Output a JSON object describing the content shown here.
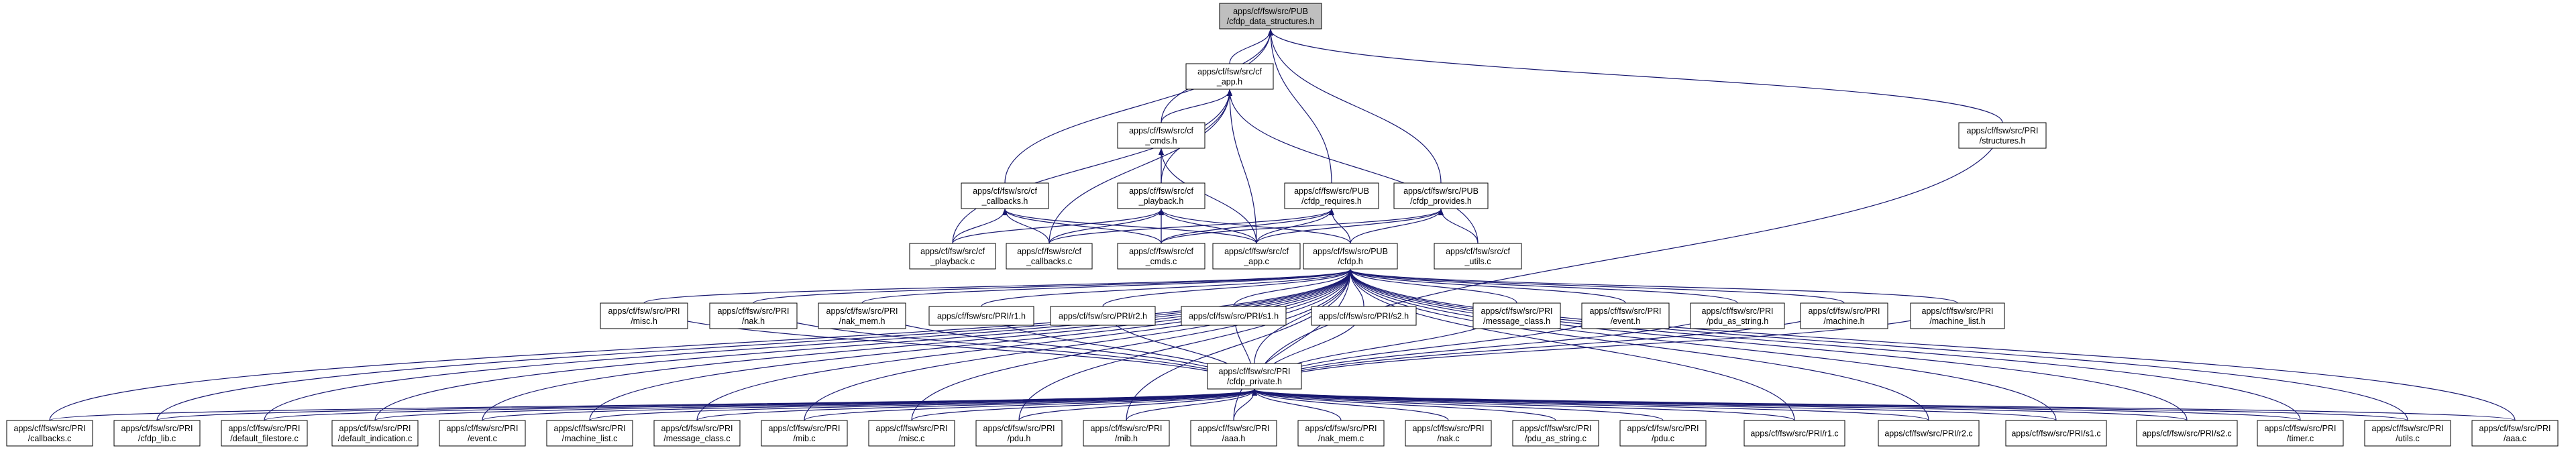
{
  "root": "n0",
  "nodes": [
    {
      "id": "n0",
      "lines": [
        "apps/cf/fsw/src/PUB",
        "/cfdp_data_structures.h"
      ],
      "root": true
    },
    {
      "id": "n1",
      "lines": [
        "apps/cf/fsw/src/cf",
        "_app.h"
      ]
    },
    {
      "id": "n2",
      "lines": [
        "apps/cf/fsw/src/PRI",
        "/structures.h"
      ]
    },
    {
      "id": "n3",
      "lines": [
        "apps/cf/fsw/src/cf",
        "_cmds.h"
      ]
    },
    {
      "id": "n4",
      "lines": [
        "apps/cf/fsw/src/cf",
        "_callbacks.h"
      ]
    },
    {
      "id": "n5",
      "lines": [
        "apps/cf/fsw/src/cf",
        "_playback.h"
      ]
    },
    {
      "id": "n6",
      "lines": [
        "apps/cf/fsw/src/PUB",
        "/cfdp_requires.h"
      ]
    },
    {
      "id": "n7",
      "lines": [
        "apps/cf/fsw/src/PUB",
        "/cfdp_provides.h"
      ]
    },
    {
      "id": "n8",
      "lines": [
        "apps/cf/fsw/src/cf",
        "_playback.c"
      ]
    },
    {
      "id": "n9",
      "lines": [
        "apps/cf/fsw/src/cf",
        "_callbacks.c"
      ]
    },
    {
      "id": "n10",
      "lines": [
        "apps/cf/fsw/src/cf",
        "_cmds.c"
      ]
    },
    {
      "id": "n11",
      "lines": [
        "apps/cf/fsw/src/cf",
        "_app.c"
      ]
    },
    {
      "id": "n12",
      "lines": [
        "apps/cf/fsw/src/PUB",
        "/cfdp.h"
      ]
    },
    {
      "id": "n13",
      "lines": [
        "apps/cf/fsw/src/cf",
        "_utils.c"
      ]
    },
    {
      "id": "n14",
      "lines": [
        "apps/cf/fsw/src/PRI",
        "/misc.h"
      ]
    },
    {
      "id": "n15",
      "lines": [
        "apps/cf/fsw/src/PRI",
        "/nak.h"
      ]
    },
    {
      "id": "n16",
      "lines": [
        "apps/cf/fsw/src/PRI",
        "/nak_mem.h"
      ]
    },
    {
      "id": "n17",
      "lines": [
        "apps/cf/fsw/src/PRI/r1.h"
      ]
    },
    {
      "id": "n18",
      "lines": [
        "apps/cf/fsw/src/PRI/r2.h"
      ]
    },
    {
      "id": "n19",
      "lines": [
        "apps/cf/fsw/src/PRI/s1.h"
      ]
    },
    {
      "id": "n20",
      "lines": [
        "apps/cf/fsw/src/PRI/s2.h"
      ]
    },
    {
      "id": "n21",
      "lines": [
        "apps/cf/fsw/src/PRI",
        "/message_class.h"
      ]
    },
    {
      "id": "n22",
      "lines": [
        "apps/cf/fsw/src/PRI",
        "/event.h"
      ]
    },
    {
      "id": "n23",
      "lines": [
        "apps/cf/fsw/src/PRI",
        "/pdu_as_string.h"
      ]
    },
    {
      "id": "n24",
      "lines": [
        "apps/cf/fsw/src/PRI",
        "/machine.h"
      ]
    },
    {
      "id": "n25",
      "lines": [
        "apps/cf/fsw/src/PRI",
        "/machine_list.h"
      ]
    },
    {
      "id": "n26",
      "lines": [
        "apps/cf/fsw/src/PRI",
        "/cfdp_private.h"
      ]
    },
    {
      "id": "b0",
      "lines": [
        "apps/cf/fsw/src/PRI",
        "/callbacks.c"
      ]
    },
    {
      "id": "b1",
      "lines": [
        "apps/cf/fsw/src/PRI",
        "/cfdp_lib.c"
      ]
    },
    {
      "id": "b2",
      "lines": [
        "apps/cf/fsw/src/PRI",
        "/default_filestore.c"
      ]
    },
    {
      "id": "b3",
      "lines": [
        "apps/cf/fsw/src/PRI",
        "/default_indication.c"
      ]
    },
    {
      "id": "b4",
      "lines": [
        "apps/cf/fsw/src/PRI",
        "/event.c"
      ]
    },
    {
      "id": "b5",
      "lines": [
        "apps/cf/fsw/src/PRI",
        "/machine_list.c"
      ]
    },
    {
      "id": "b6",
      "lines": [
        "apps/cf/fsw/src/PRI",
        "/message_class.c"
      ]
    },
    {
      "id": "b7",
      "lines": [
        "apps/cf/fsw/src/PRI",
        "/mib.c"
      ]
    },
    {
      "id": "b8",
      "lines": [
        "apps/cf/fsw/src/PRI",
        "/misc.c"
      ]
    },
    {
      "id": "b9",
      "lines": [
        "apps/cf/fsw/src/PRI",
        "/pdu.h"
      ]
    },
    {
      "id": "b10",
      "lines": [
        "apps/cf/fsw/src/PRI",
        "/mib.h"
      ]
    },
    {
      "id": "b11",
      "lines": [
        "apps/cf/fsw/src/PRI",
        "/aaa.h"
      ]
    },
    {
      "id": "b12",
      "lines": [
        "apps/cf/fsw/src/PRI",
        "/nak_mem.c"
      ]
    },
    {
      "id": "b13",
      "lines": [
        "apps/cf/fsw/src/PRI",
        "/nak.c"
      ]
    },
    {
      "id": "b14",
      "lines": [
        "apps/cf/fsw/src/PRI",
        "/pdu_as_string.c"
      ]
    },
    {
      "id": "b15",
      "lines": [
        "apps/cf/fsw/src/PRI",
        "/pdu.c"
      ]
    },
    {
      "id": "b16",
      "lines": [
        "apps/cf/fsw/src/PRI/r1.c"
      ]
    },
    {
      "id": "b17",
      "lines": [
        "apps/cf/fsw/src/PRI/r2.c"
      ]
    },
    {
      "id": "b18",
      "lines": [
        "apps/cf/fsw/src/PRI/s1.c"
      ]
    },
    {
      "id": "b19",
      "lines": [
        "apps/cf/fsw/src/PRI/s2.c"
      ]
    },
    {
      "id": "b20",
      "lines": [
        "apps/cf/fsw/src/PRI",
        "/timer.c"
      ]
    },
    {
      "id": "b21",
      "lines": [
        "apps/cf/fsw/src/PRI",
        "/utils.c"
      ]
    },
    {
      "id": "b22",
      "lines": [
        "apps/cf/fsw/src/PRI",
        "/aaa.c"
      ]
    }
  ],
  "edges": [
    [
      "n1",
      "n0"
    ],
    [
      "n2",
      "n0"
    ],
    [
      "n3",
      "n0"
    ],
    [
      "n4",
      "n0"
    ],
    [
      "n6",
      "n0"
    ],
    [
      "n7",
      "n0"
    ],
    [
      "n3",
      "n1"
    ],
    [
      "n5",
      "n1"
    ],
    [
      "n8",
      "n1"
    ],
    [
      "n9",
      "n1"
    ],
    [
      "n11",
      "n1"
    ],
    [
      "n13",
      "n1"
    ],
    [
      "n5",
      "n3"
    ],
    [
      "n10",
      "n3"
    ],
    [
      "n11",
      "n3"
    ],
    [
      "n8",
      "n4"
    ],
    [
      "n9",
      "n4"
    ],
    [
      "n10",
      "n4"
    ],
    [
      "n11",
      "n4"
    ],
    [
      "n8",
      "n5"
    ],
    [
      "n9",
      "n5"
    ],
    [
      "n10",
      "n5"
    ],
    [
      "n11",
      "n5"
    ],
    [
      "n12",
      "n5"
    ],
    [
      "n9",
      "n6"
    ],
    [
      "n10",
      "n6"
    ],
    [
      "n11",
      "n6"
    ],
    [
      "n12",
      "n6"
    ],
    [
      "n10",
      "n7"
    ],
    [
      "n11",
      "n7"
    ],
    [
      "n12",
      "n7"
    ],
    [
      "n13",
      "n7"
    ],
    [
      "n14",
      "n12"
    ],
    [
      "n15",
      "n12"
    ],
    [
      "n16",
      "n12"
    ],
    [
      "n17",
      "n12"
    ],
    [
      "n18",
      "n12"
    ],
    [
      "n19",
      "n12"
    ],
    [
      "n20",
      "n12"
    ],
    [
      "n21",
      "n12"
    ],
    [
      "n22",
      "n12"
    ],
    [
      "n23",
      "n12"
    ],
    [
      "n24",
      "n12"
    ],
    [
      "n25",
      "n12"
    ],
    [
      "n26",
      "n12"
    ],
    [
      "b0",
      "n12"
    ],
    [
      "b1",
      "n12"
    ],
    [
      "b2",
      "n12"
    ],
    [
      "b3",
      "n12"
    ],
    [
      "b4",
      "n12"
    ],
    [
      "b5",
      "n12"
    ],
    [
      "b6",
      "n12"
    ],
    [
      "b7",
      "n12"
    ],
    [
      "b8",
      "n12"
    ],
    [
      "b9",
      "n12"
    ],
    [
      "b10",
      "n12"
    ],
    [
      "b11",
      "n12"
    ],
    [
      "b16",
      "n12"
    ],
    [
      "b17",
      "n12"
    ],
    [
      "b18",
      "n12"
    ],
    [
      "b19",
      "n12"
    ],
    [
      "b20",
      "n12"
    ],
    [
      "b21",
      "n12"
    ],
    [
      "b22",
      "n12"
    ],
    [
      "n14",
      "n26"
    ],
    [
      "n15",
      "n26"
    ],
    [
      "n16",
      "n26"
    ],
    [
      "n17",
      "n26"
    ],
    [
      "n18",
      "n26"
    ],
    [
      "n19",
      "n26"
    ],
    [
      "n20",
      "n26"
    ],
    [
      "n21",
      "n26"
    ],
    [
      "n22",
      "n26"
    ],
    [
      "n23",
      "n26"
    ],
    [
      "n24",
      "n26"
    ],
    [
      "n25",
      "n26"
    ],
    [
      "n2",
      "n26"
    ],
    [
      "b0",
      "n26"
    ],
    [
      "b1",
      "n26"
    ],
    [
      "b2",
      "n26"
    ],
    [
      "b3",
      "n26"
    ],
    [
      "b4",
      "n26"
    ],
    [
      "b5",
      "n26"
    ],
    [
      "b6",
      "n26"
    ],
    [
      "b7",
      "n26"
    ],
    [
      "b8",
      "n26"
    ],
    [
      "b9",
      "n26"
    ],
    [
      "b10",
      "n26"
    ],
    [
      "b11",
      "n26"
    ],
    [
      "b12",
      "n26"
    ],
    [
      "b13",
      "n26"
    ],
    [
      "b14",
      "n26"
    ],
    [
      "b15",
      "n26"
    ],
    [
      "b16",
      "n26"
    ],
    [
      "b17",
      "n26"
    ],
    [
      "b18",
      "n26"
    ],
    [
      "b19",
      "n26"
    ],
    [
      "b20",
      "n26"
    ],
    [
      "b21",
      "n26"
    ],
    [
      "b22",
      "n26"
    ]
  ]
}
